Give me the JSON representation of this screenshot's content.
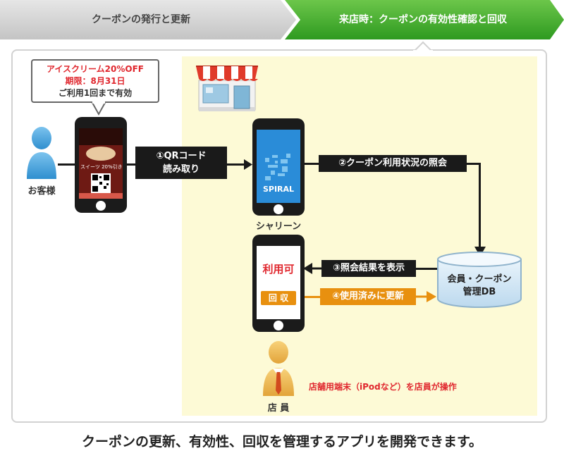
{
  "steps": [
    {
      "label": "クーポンの発行と更新"
    },
    {
      "label": "来店時：クーポンの有効性確認と回収"
    }
  ],
  "coupon_balloon": {
    "line1": "アイスクリーム20%OFF",
    "line2": "期限：8月31日",
    "line3": "ご利用1回まで有効"
  },
  "customer": {
    "label": "お客様"
  },
  "customer_phone_screen": {
    "text": "スイーツ 20%引き"
  },
  "arrows": {
    "step1": "①QRコード\n読み取り",
    "step1_line1": "①QRコード",
    "step1_line2": "読み取り",
    "step2": "②クーポン利用状況の照会",
    "step3": "③照会結果を表示",
    "step4": "④使用済みに更新"
  },
  "spiral_phone": {
    "logo": "SPIRAL",
    "label": "シャリーン"
  },
  "clerk_phone": {
    "status": "利用可",
    "collect_button": "回 収"
  },
  "database": {
    "line1": "会員・クーポン",
    "line2": "管理DB"
  },
  "clerk": {
    "label": "店 員",
    "note": "店舗用端末（iPodなど）を店員が操作"
  },
  "footer": {
    "text": "クーポンの更新、有効性、回収を管理するアプリを開発できます。"
  },
  "colors": {
    "step_active": "#3fae2a",
    "step_inactive": "#cfcfcf",
    "accent_orange": "#e8900f",
    "highlight_red": "#e0272e",
    "store_bg": "#fdfad6"
  }
}
